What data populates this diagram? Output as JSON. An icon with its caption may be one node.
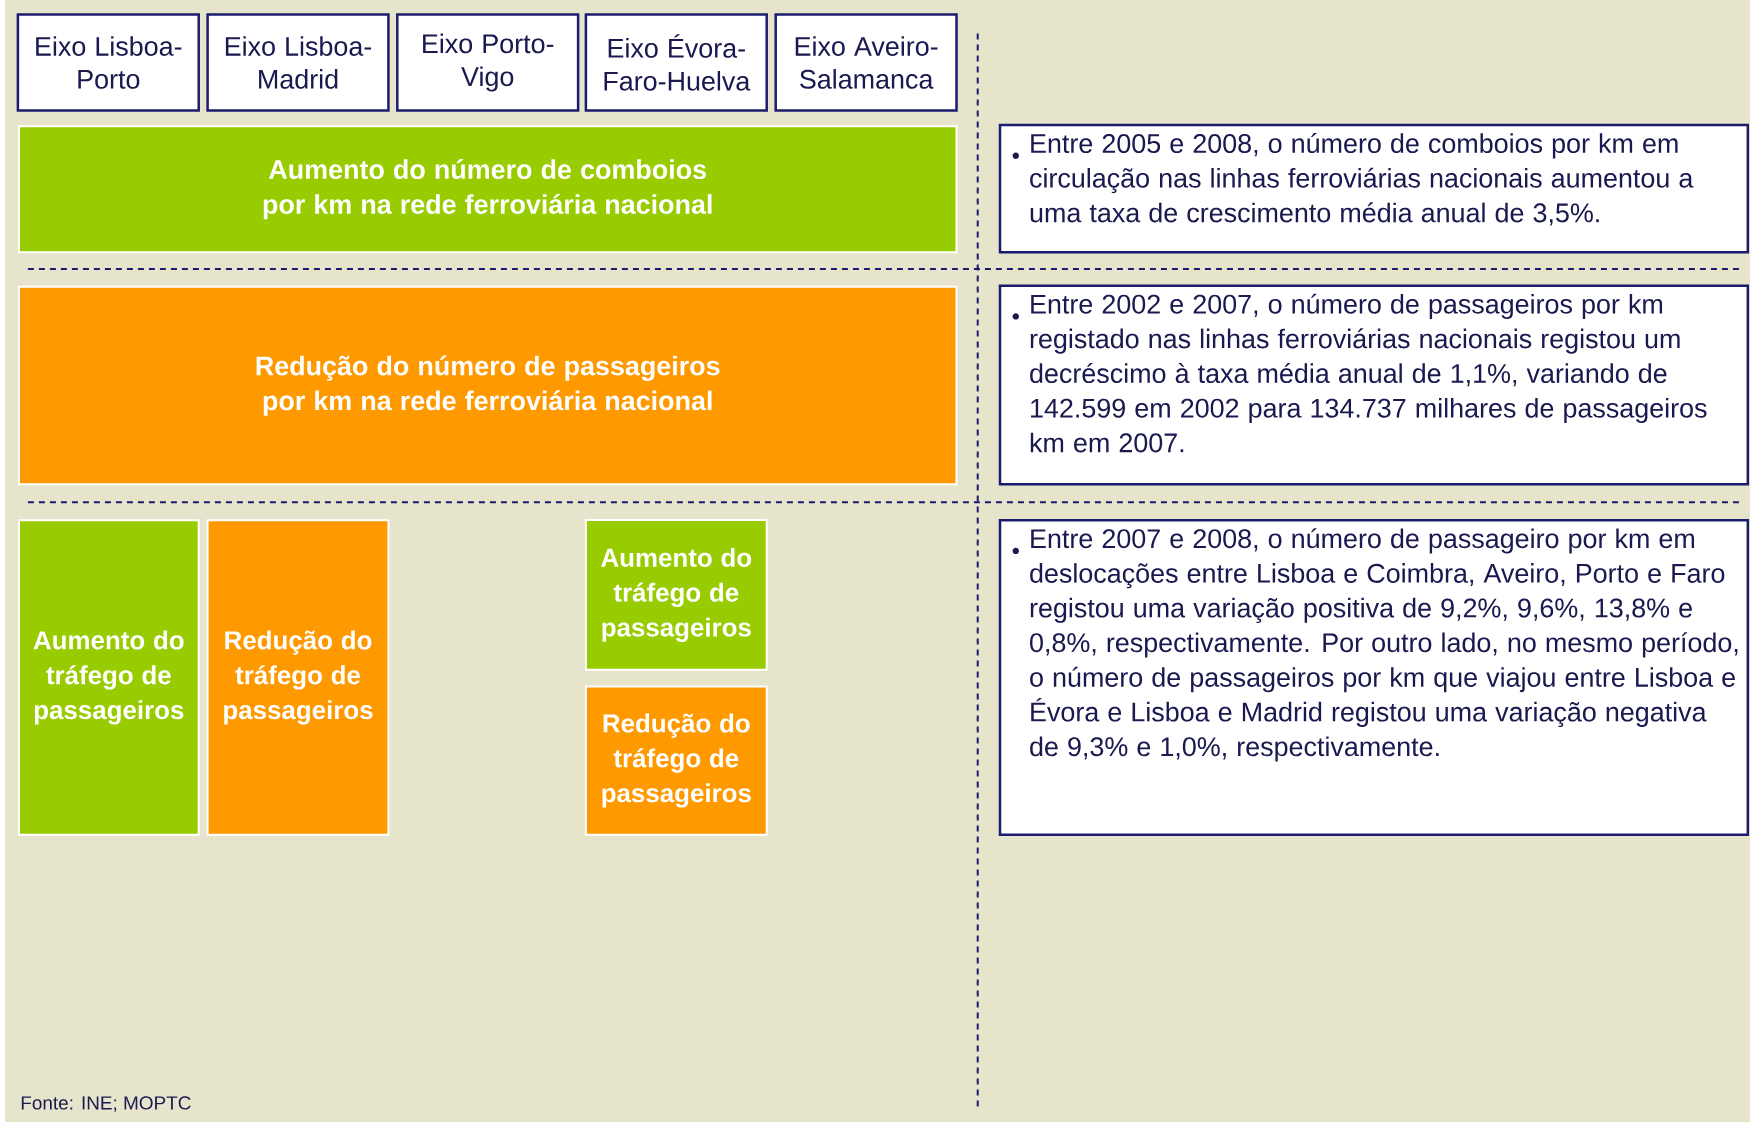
{
  "diagram": {
    "nodes": [
      {
        "text": [
          "Eixo Lisboa-Porto"
        ]
      },
      {
        "text": [
          "Eixo Lisboa-Madrid"
        ]
      },
      {
        "text": [
          "Eixo Porto-Vigo"
        ]
      },
      {
        "text": [
          "Eixo Évora-Faro-Huelva"
        ]
      },
      {
        "text": [
          "Eixo Aveiro-Salamanca"
        ]
      },
      {
        "text": [
          "Aumento do número de comboios por km na rede ferroviária nacional"
        ]
      },
      {
        "text": [
          "Entre 2005 e 2008, o número de comboios por km em circulação nas linhas ferroviárias nacionais aumentou a uma taxa de crescimento média anual de 3,5%."
        ]
      },
      {
        "text": [
          "Redução do número de passageiros por km na rede ferroviária nacional"
        ]
      },
      {
        "text": [
          "Entre 2002 e 2007, o número de passageiros por km registado nas linhas ferroviárias nacionais registou um decréscimo à taxa média anual de 1,1%, variando de 142.599 em 2002 para 134.737 milhares de passageiros km em 2007."
        ]
      },
      {
        "text": [
          "Aumento do tráfego de passageiros"
        ]
      },
      {
        "text": [
          "Redução do tráfego de passageiros"
        ]
      },
      {
        "text": [
          "Aumento do tráfego de passageiros"
        ]
      },
      {
        "text": [
          "Redução do tráfego de passageiros"
        ]
      },
      {
        "text": [
          "Entre 2007 e 2008, o número de passageiro por km em deslocações entre Lisboa e Coimbra, Aveiro, Porto e Faro registou uma variação positiva de 9,2%, 9,6%, 13,8% e 0,8%, respectivamente. Por outro lado, no mesmo período, o número de passageiros por km que viajou entre Lisboa e Évora e Lisboa e Madrid registou uma variação negativa de 9,3% e 1,0%, respectivamente."
        ]
      }
    ],
    "labels": [
      "Fonte: INE; MOPTC"
    ]
  }
}
